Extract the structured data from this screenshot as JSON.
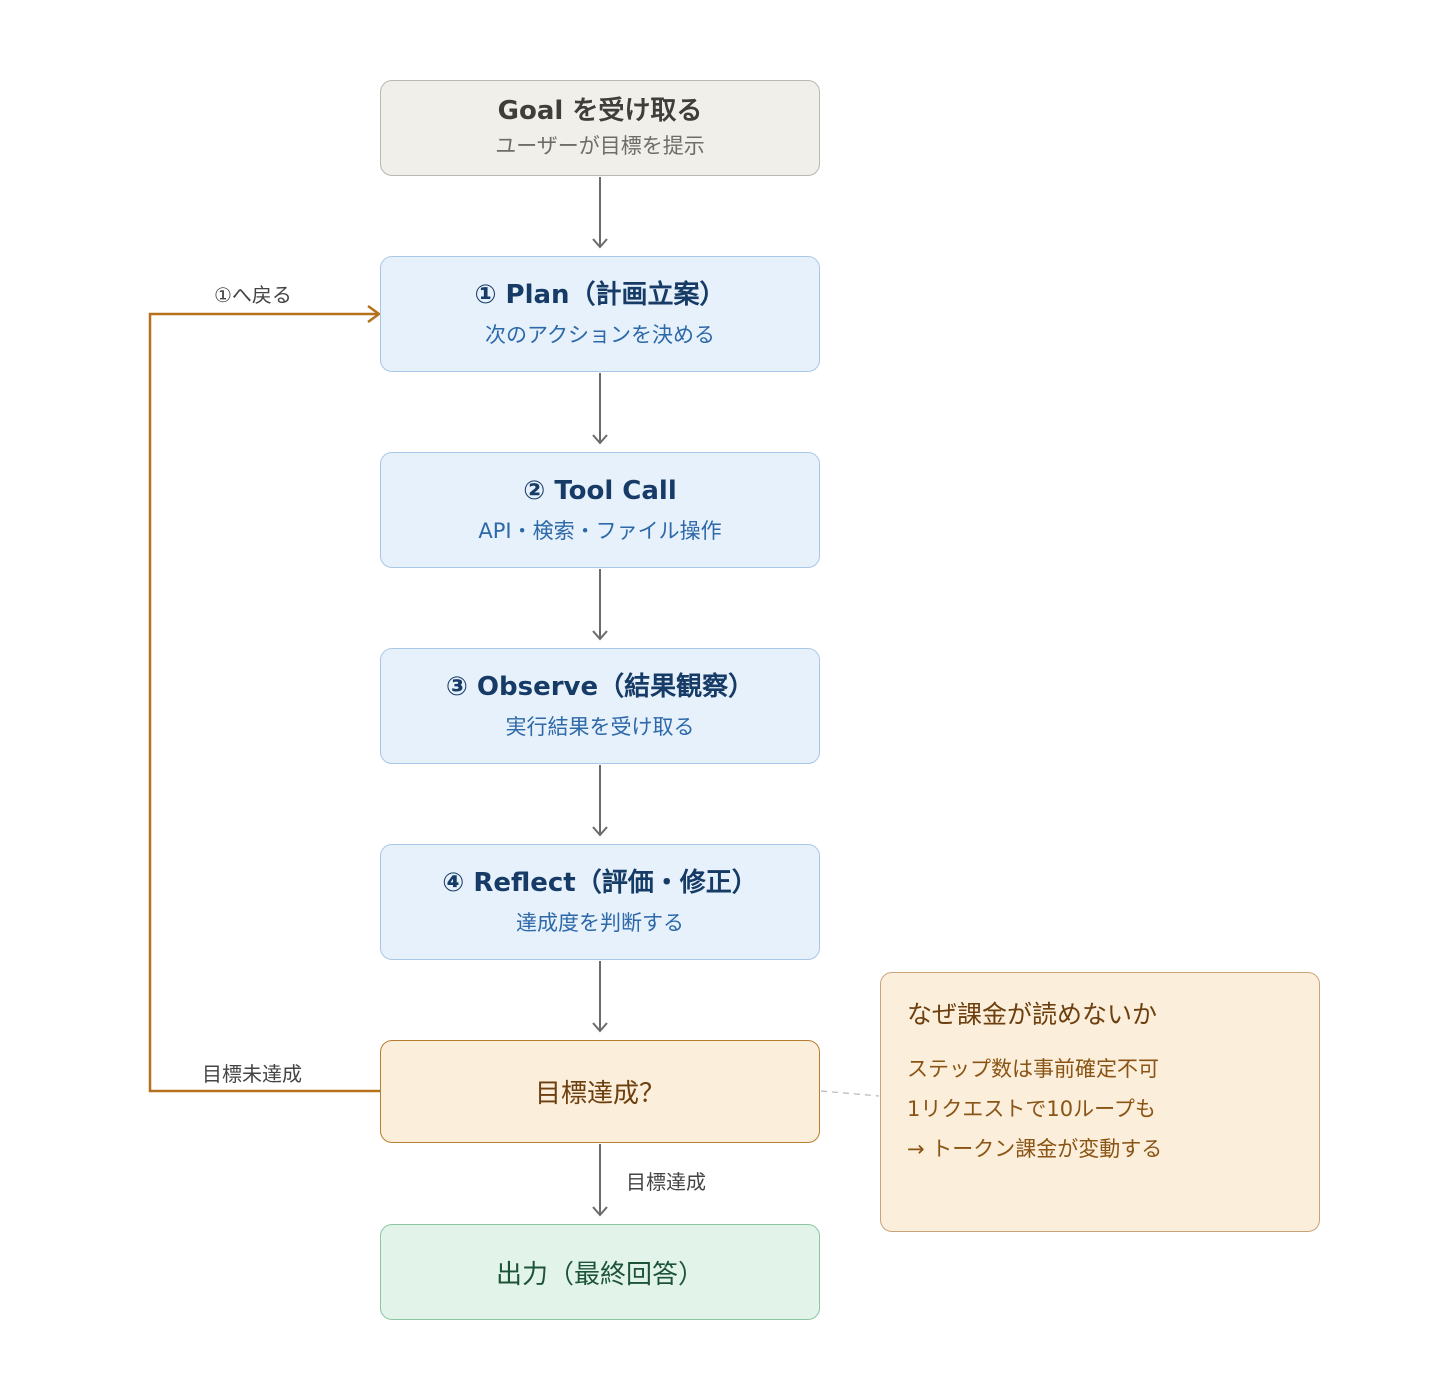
{
  "goal": {
    "title": "Goal を受け取る",
    "subtitle": "ユーザーが目標を提示"
  },
  "steps": [
    {
      "title": "① Plan（計画立案）",
      "subtitle": "次のアクションを決める"
    },
    {
      "title": "② Tool Call",
      "subtitle": "API・検索・ファイル操作"
    },
    {
      "title": "③ Observe（結果観察）",
      "subtitle": "実行結果を受け取る"
    },
    {
      "title": "④ Reflect（評価・修正）",
      "subtitle": "達成度を判断する"
    }
  ],
  "decision": {
    "label": "目標達成？"
  },
  "output": {
    "label": "出力（最終回答）"
  },
  "edges": {
    "back_to_plan": "①へ戻る",
    "not_met": "目標未達成",
    "met": "目標達成"
  },
  "note": {
    "title": "なぜ課金が読めないか",
    "lines": [
      "ステップ数は事前確定不可",
      "1リクエストで10ループも",
      "→ トークン課金が変動する"
    ]
  },
  "colors": {
    "arrow_gray": "#6b6b6b",
    "loop_orange": "#b5721e",
    "note_connector": "#b9b7b0"
  }
}
